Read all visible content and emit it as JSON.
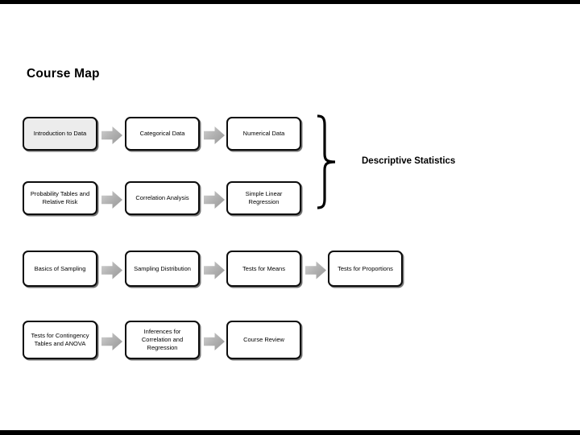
{
  "slide": {
    "title": "Course Map"
  },
  "colors": {
    "background": "#ffffff",
    "box_border": "#000000",
    "box_fill": "#ffffff",
    "highlighted_box_fill": "#ececec",
    "arrow_fill": "#a6a6a6",
    "text": "#000000"
  },
  "diagram": {
    "brace": {
      "label": "Descriptive Statistics",
      "spans_rows": [
        1,
        2
      ]
    },
    "rows": [
      {
        "nodes": [
          {
            "label": "Introduction to Data",
            "highlighted": true
          },
          {
            "label": "Categorical Data",
            "highlighted": false
          },
          {
            "label": "Numerical Data",
            "highlighted": false
          }
        ]
      },
      {
        "nodes": [
          {
            "label": "Probability Tables and Relative Risk",
            "highlighted": false
          },
          {
            "label": "Correlation Analysis",
            "highlighted": false
          },
          {
            "label": "Simple Linear Regression",
            "highlighted": false
          }
        ]
      },
      {
        "nodes": [
          {
            "label": "Basics of Sampling",
            "highlighted": false
          },
          {
            "label": "Sampling Distribution",
            "highlighted": false
          },
          {
            "label": "Tests for Means",
            "highlighted": false
          },
          {
            "label": "Tests for Proportions",
            "highlighted": false
          }
        ]
      },
      {
        "nodes": [
          {
            "label": "Tests for Contingency Tables and ANOVA",
            "highlighted": false
          },
          {
            "label": "Inferences for Correlation and Regression",
            "highlighted": false
          },
          {
            "label": "Course Review",
            "highlighted": false
          }
        ]
      }
    ]
  }
}
